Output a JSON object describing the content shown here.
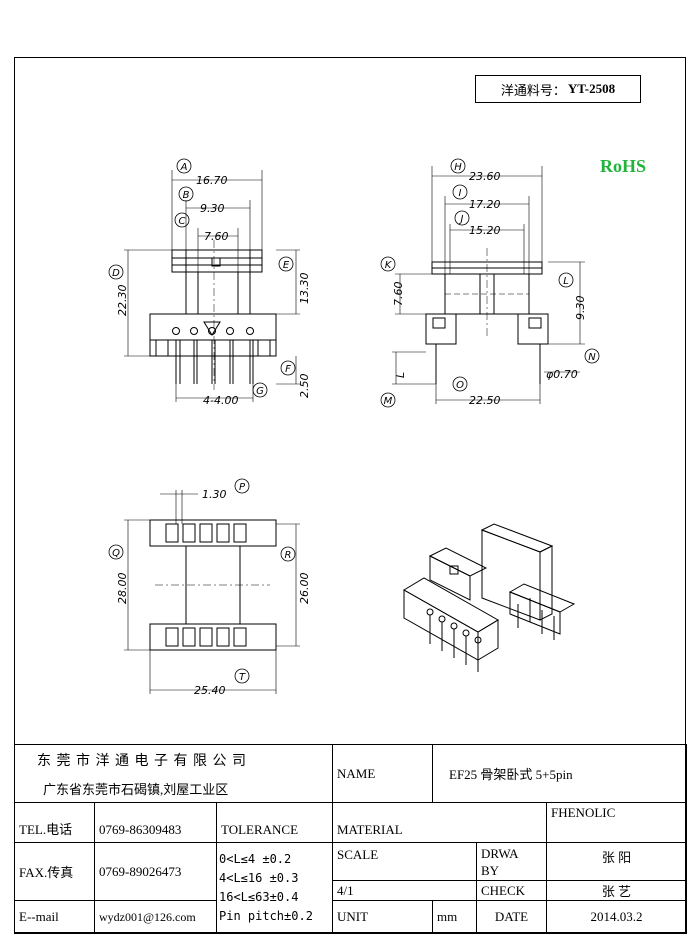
{
  "part_number": {
    "label": "洋通料号：",
    "value": "YT-2508"
  },
  "rohs": "RoHS",
  "dimensions": {
    "A": "16.70",
    "B": "9.30",
    "C": "7.60",
    "D": "22.30",
    "E": "13.30",
    "F": "2.50",
    "G": "4-4.00",
    "H": "23.60",
    "I": "17.20",
    "J": "15.20",
    "K": "7.60",
    "L": "9.30",
    "M": "L",
    "N": "φ0.70",
    "O": "22.50",
    "P": "1.30",
    "Q": "28.00",
    "R": "26.00",
    "T": "25.40"
  },
  "title_block": {
    "company_name": "东 莞 市 洋 通 电 子 有 限 公 司",
    "company_address": "广东省东莞市石碣镇,刘屋工业区",
    "name_label": "NAME",
    "name_value": "EF25 骨架卧式 5+5pin",
    "tel_label": "TEL.电话",
    "tel_value": "0769-86309483",
    "fax_label": "FAX.传真",
    "fax_value": "0769-89026473",
    "email_label": "E--mail",
    "email_value": "wydz001@126.com",
    "tolerance_label": "TOLERANCE",
    "tolerance_lines": [
      "0<L≤4  ±0.2",
      "4<L≤16 ±0.3",
      "16<L≤63±0.4",
      "Pin pitch±0.2"
    ],
    "material_label": "MATERIAL",
    "material_value": "FHENOLIC",
    "scale_label": "SCALE",
    "scale_value": "4/1",
    "unit_label": "UNIT",
    "unit_value": "mm",
    "drawn_label_1": "DRWA",
    "drawn_label_2": "BY",
    "drawn_value": "张 阳",
    "check_label": "CHECK",
    "check_value": "张 艺",
    "date_label": "DATE",
    "date_value": "2014.03.2"
  }
}
